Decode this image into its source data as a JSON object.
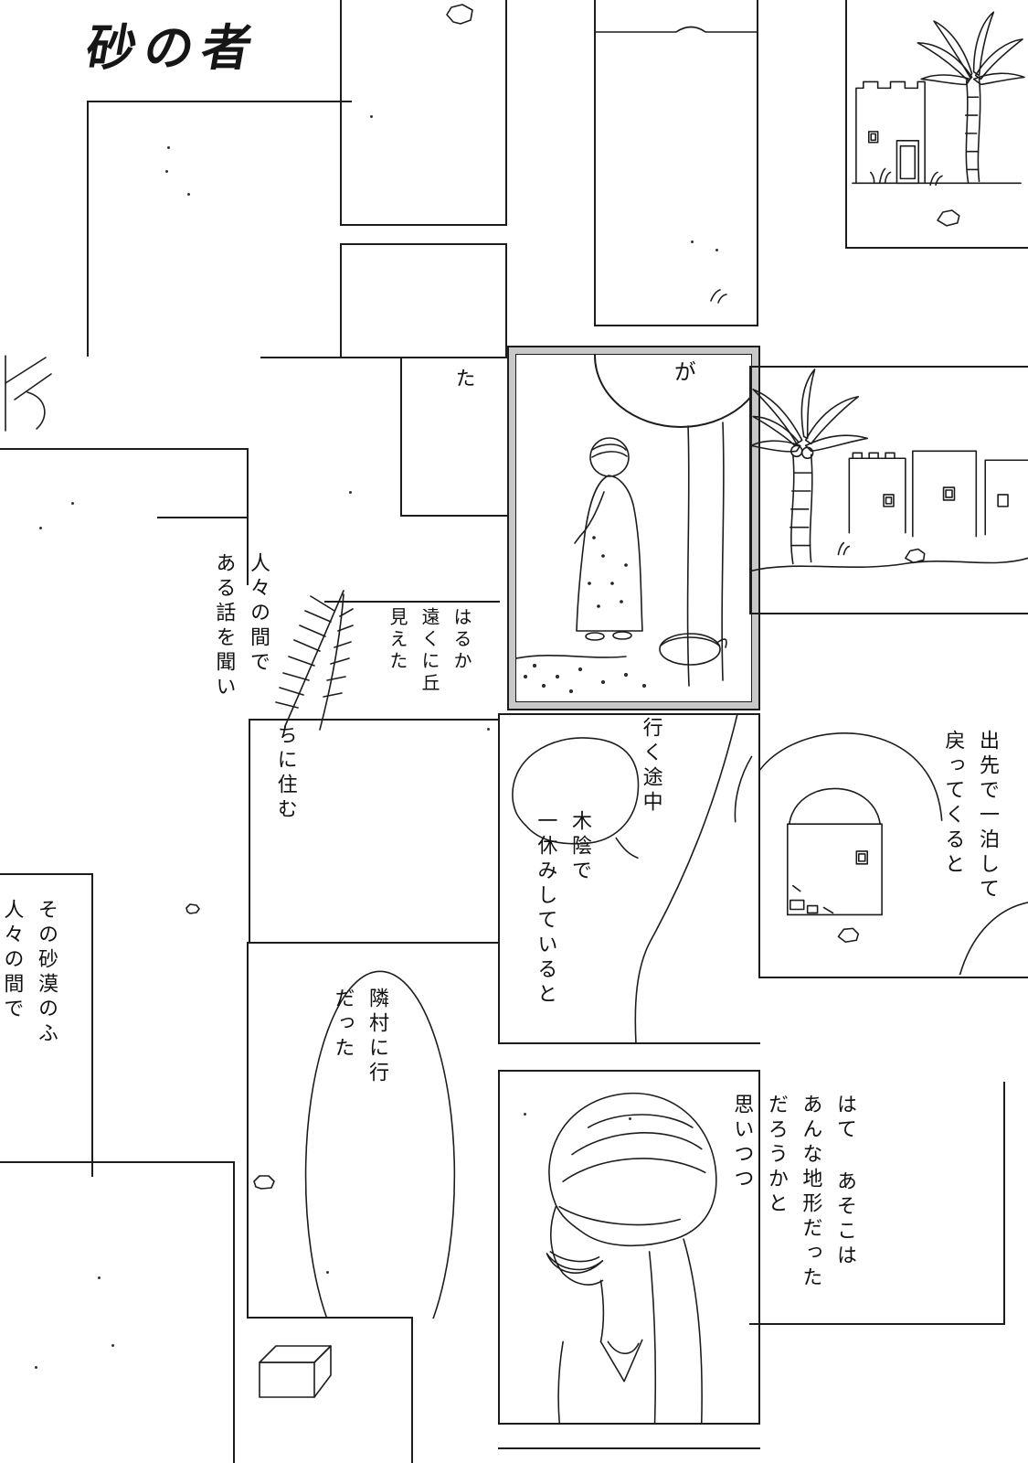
{
  "title": {
    "text": "砂の者"
  },
  "bubbles": {
    "ta": "た",
    "ga": "が"
  },
  "captions": {
    "heard_story": {
      "lines": [
        "人々の間で",
        "ある話を聞い"
      ]
    },
    "hill": {
      "lines": [
        "はるか",
        "遠くに丘",
        "見えた"
      ]
    },
    "live": {
      "lines": [
        "ちに住む"
      ]
    },
    "desert": {
      "lines": [
        "その砂漠のふ",
        "人々の間で"
      ]
    },
    "on_the_way": {
      "lines": [
        "行く途中"
      ]
    },
    "rest": {
      "lines": [
        "木陰で",
        "一休みしていると"
      ]
    },
    "overnight": {
      "lines": [
        "出先で一泊して",
        "戻ってくると"
      ]
    },
    "village": {
      "lines": [
        "隣村に行",
        "だった"
      ]
    },
    "wonder": {
      "lines": [
        "はて あそこは",
        "あんな地形だった",
        "だろうかと",
        "思いつつ"
      ]
    }
  },
  "colors": {
    "ink": "#1c1c1c",
    "paper": "#ffffff",
    "tone": "#c8c8c8",
    "shade": "#ededed",
    "frond": "#777777"
  }
}
